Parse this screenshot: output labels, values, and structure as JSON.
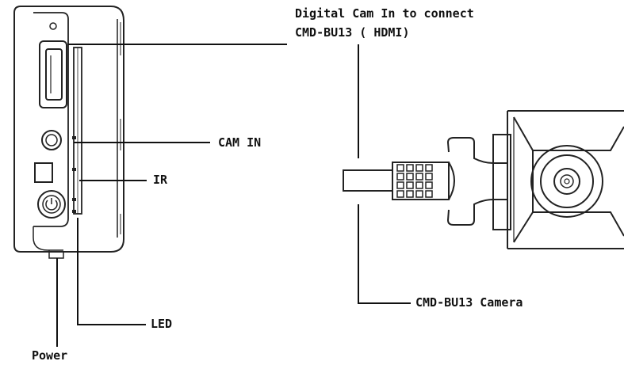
{
  "labels": {
    "digital_cam_line1": "Digital Cam In to connect",
    "digital_cam_line2": "CMD-BU13 ( HDMI)",
    "cam_in": "CAM IN",
    "ir": "IR",
    "camera": "CMD-BU13 Camera",
    "led": "LED",
    "power": "Power"
  }
}
